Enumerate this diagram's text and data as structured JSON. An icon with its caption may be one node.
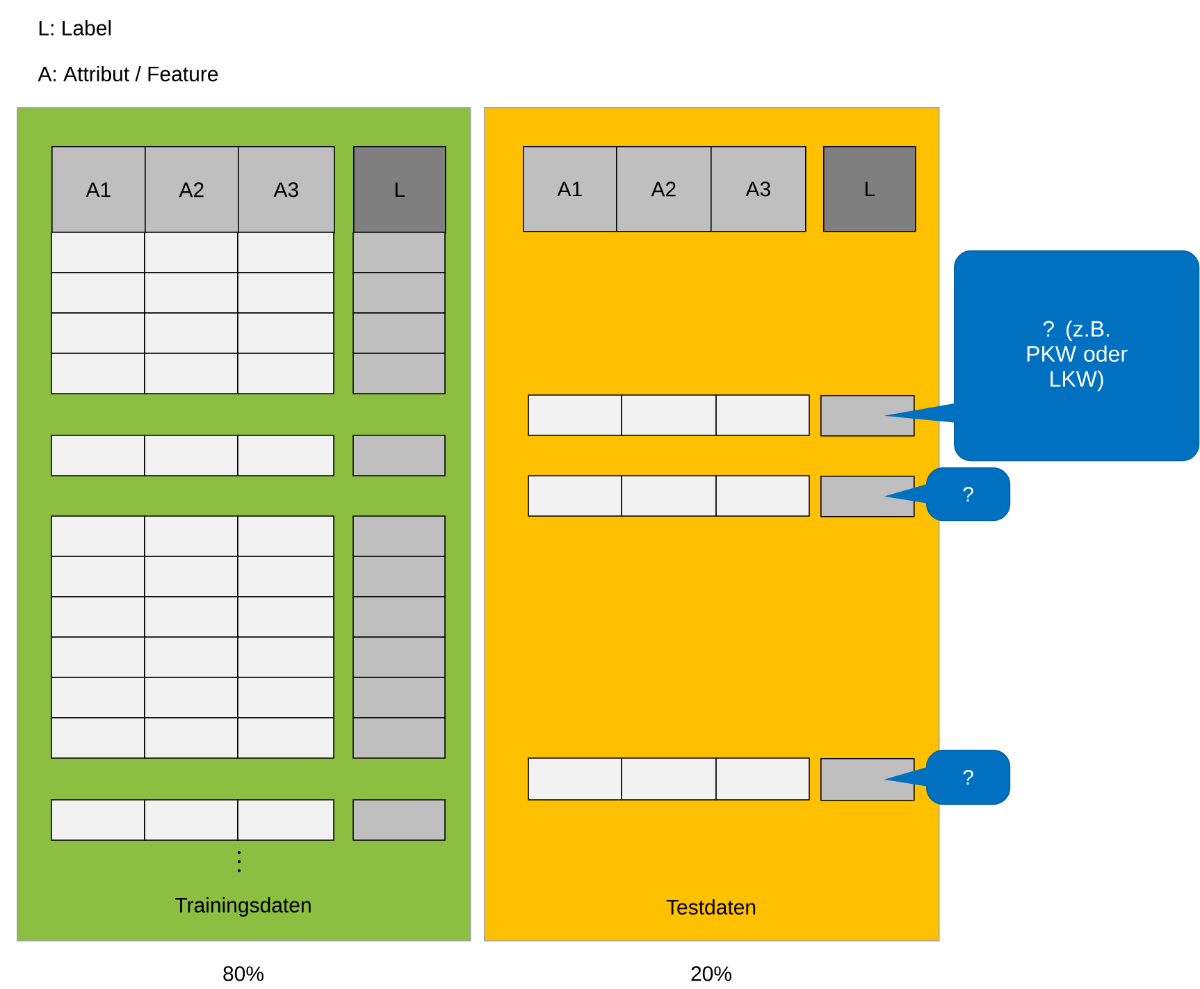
{
  "diagram": {
    "nodes": [
      {
        "text": [
          "Trainingsdaten"
        ],
        "beside": [
          "80%"
        ]
      },
      {
        "text": [
          "A1"
        ],
        "in": 0
      },
      {
        "text": [
          "A2"
        ],
        "in": 0
      },
      {
        "text": [
          "A3"
        ],
        "in": 0
      },
      {
        "text": [
          "L"
        ],
        "in": 0
      },
      {
        "text": [
          "Testdaten"
        ],
        "beside": [
          "20%"
        ]
      },
      {
        "text": [
          "A1"
        ],
        "in": 5
      },
      {
        "text": [
          "A2"
        ],
        "in": 5
      },
      {
        "text": [
          "A3"
        ],
        "in": 5
      },
      {
        "text": [
          "L"
        ],
        "in": 5
      },
      {
        "text": [
          "? (z.B. PKW oder LKW)"
        ]
      },
      {
        "text": [],
        "shape": "box",
        "in": 5
      },
      {
        "text": [
          "?"
        ]
      },
      {
        "text": [],
        "shape": "box",
        "in": 5
      },
      {
        "text": [
          "?"
        ]
      },
      {
        "text": [],
        "shape": "box",
        "in": 5
      }
    ],
    "edges": [
      {
        "from": 10,
        "to": 11,
        "arrow": "none"
      },
      {
        "from": 12,
        "to": 13,
        "arrow": "none"
      },
      {
        "from": 14,
        "to": 15,
        "arrow": "none"
      }
    ],
    "labels": [
      "L: Label",
      "A: Attribut / Feature"
    ]
  }
}
